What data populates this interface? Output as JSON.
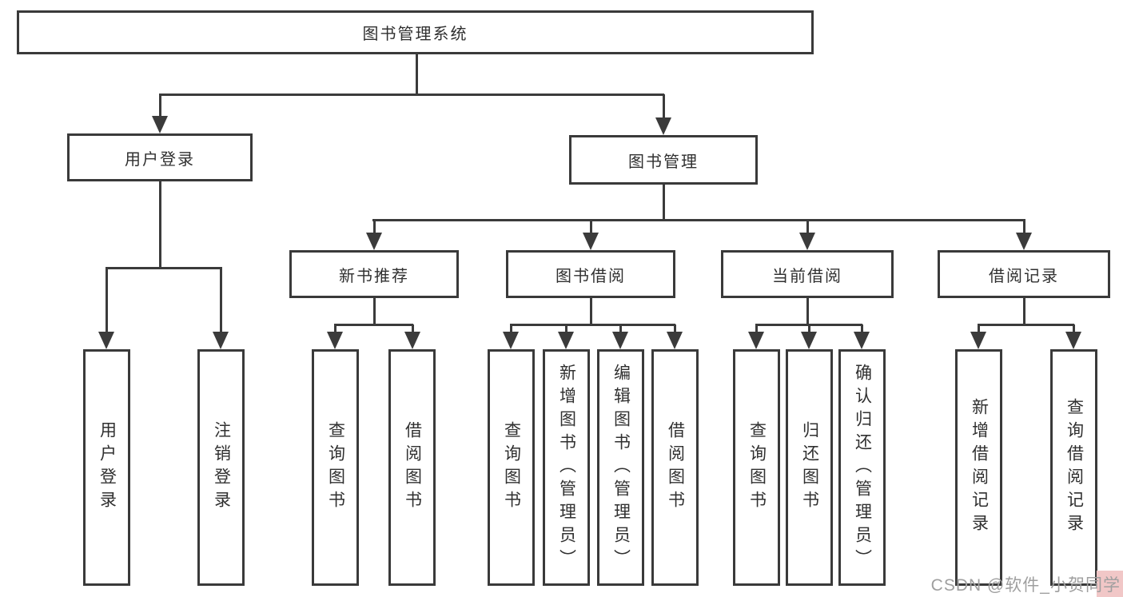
{
  "diagram": {
    "root": "图书管理系统",
    "user_login": {
      "label": "用户登录",
      "leaves": [
        "用户登录",
        "注销登录"
      ]
    },
    "book_mgmt": {
      "label": "图书管理",
      "groups": [
        {
          "label": "新书推荐",
          "leaves": [
            "查询图书",
            "借阅图书"
          ]
        },
        {
          "label": "图书借阅",
          "leaves": [
            "查询图书",
            "新增图书（管理员）",
            "编辑图书（管理员）",
            "借阅图书"
          ]
        },
        {
          "label": "当前借阅",
          "leaves": [
            "查询图书",
            "归还图书",
            "确认归还（管理员）"
          ]
        },
        {
          "label": "借阅记录",
          "leaves": [
            "新增借阅记录",
            "查询借阅记录"
          ]
        }
      ]
    }
  },
  "watermark": {
    "text": "CSDN @软件_小贺同学"
  },
  "colors": {
    "line": "#3b3b3b",
    "box_border": "#3a3a3a",
    "text": "#303030",
    "watermark_text": "#9f9f9f",
    "corner_patch": "#f1c7c7",
    "background": "#ffffff"
  }
}
